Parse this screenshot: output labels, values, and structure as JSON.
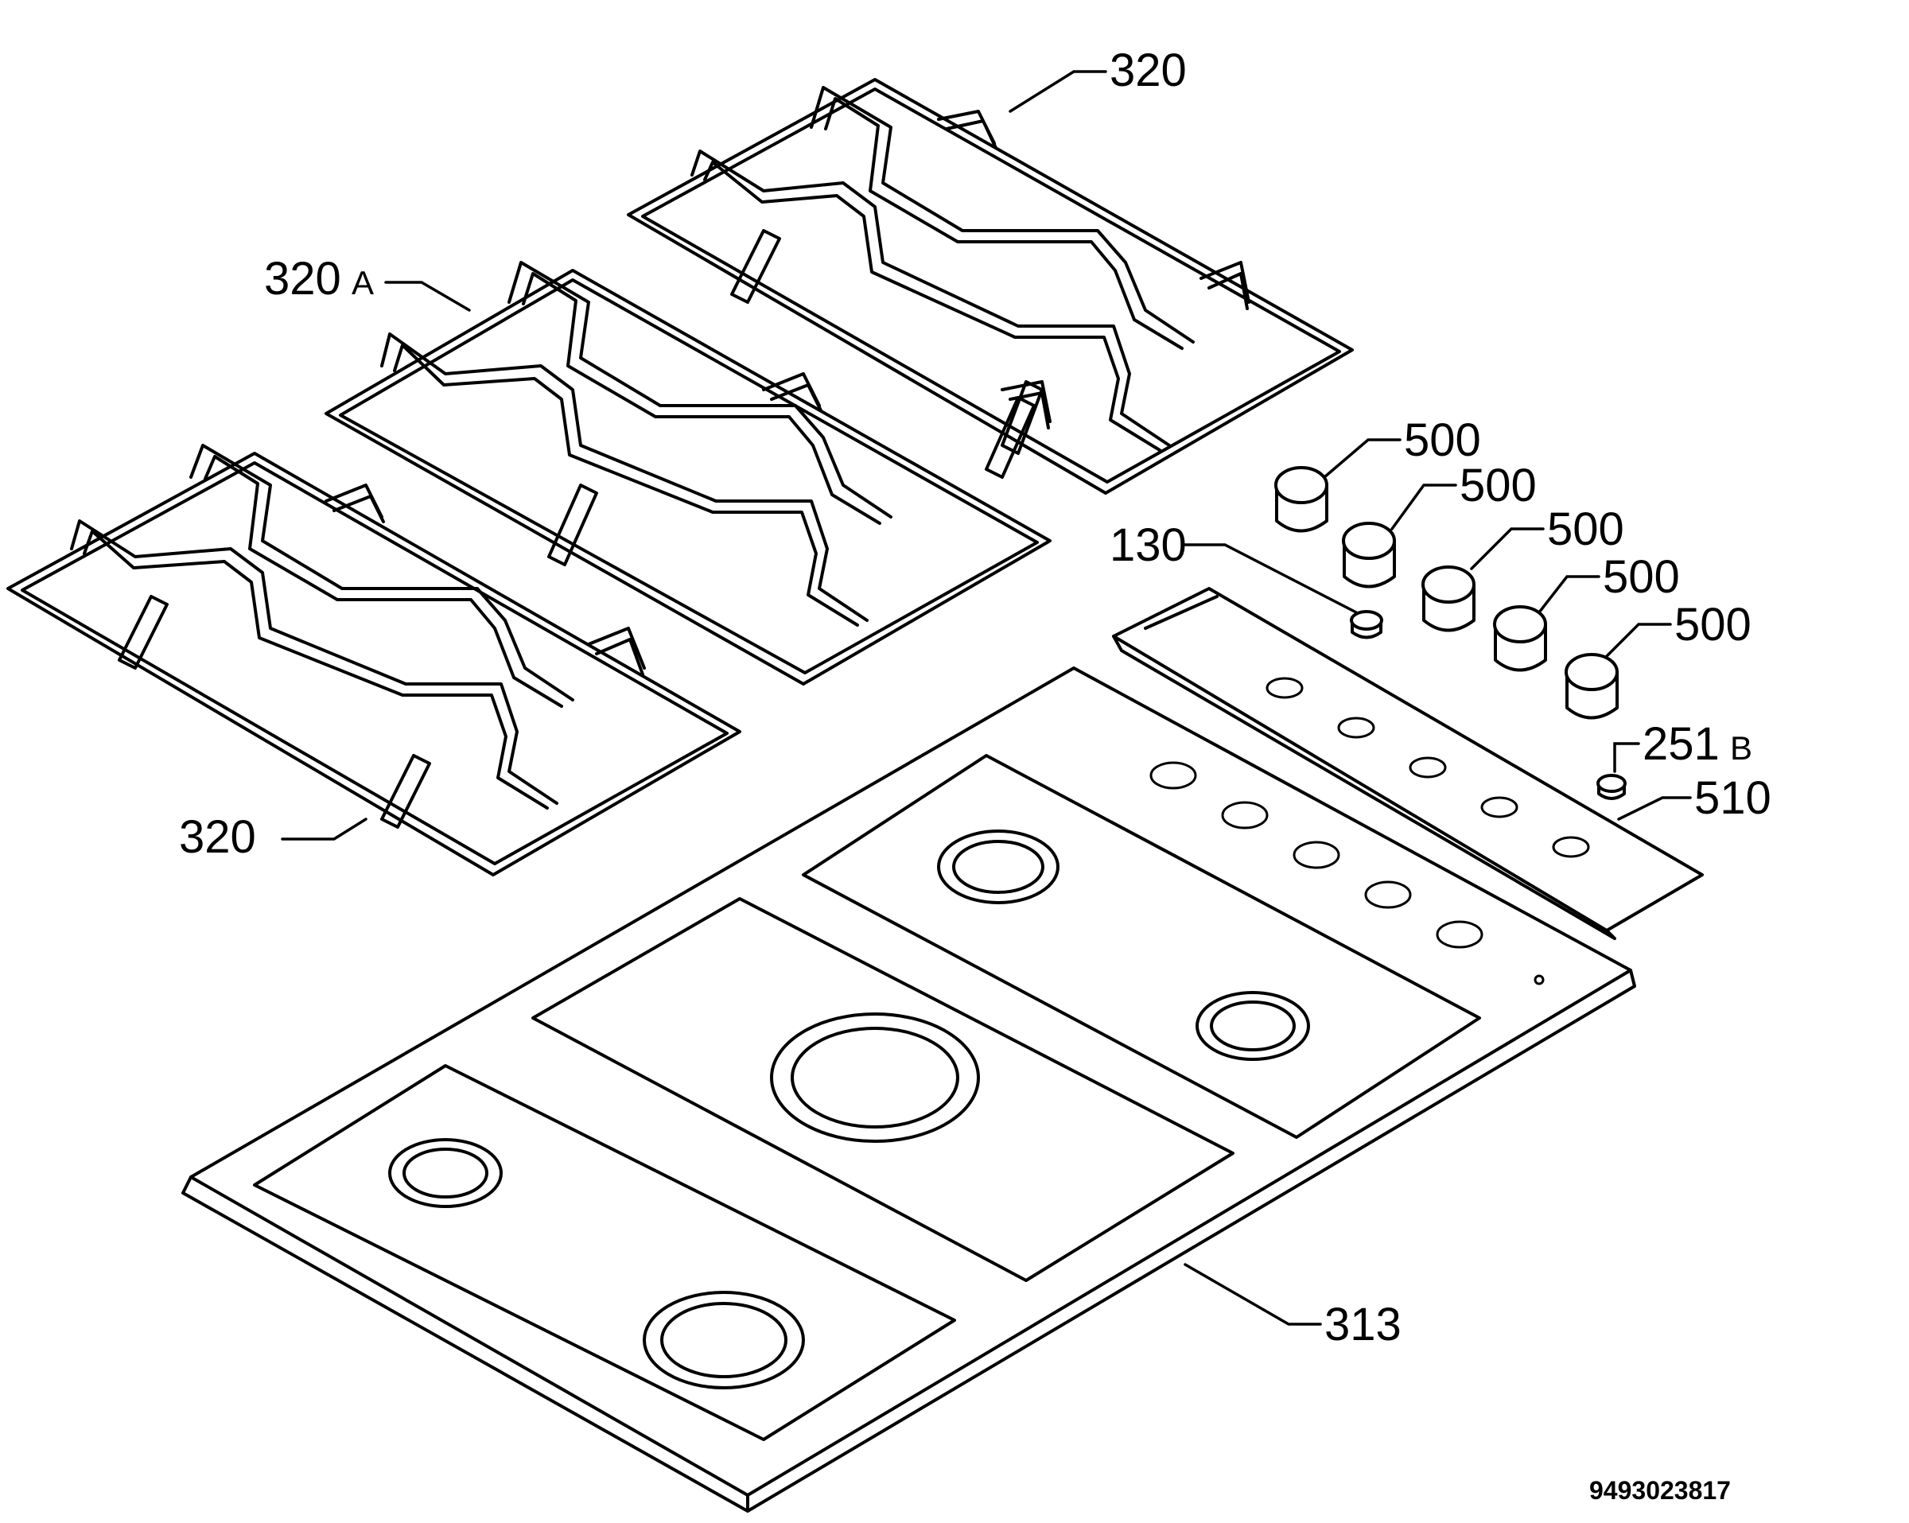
{
  "labels": {
    "grid_top": {
      "num": "320"
    },
    "grid_middle": {
      "num": "320",
      "suffix": "A"
    },
    "grid_left": {
      "num": "320"
    },
    "knobs": [
      "500",
      "500",
      "500",
      "500",
      "500"
    ],
    "ignition_button": {
      "num": "130"
    },
    "small_knob": {
      "num": "251",
      "suffix": "B"
    },
    "control_panel": {
      "num": "510"
    },
    "hob_top": {
      "num": "313"
    }
  },
  "drawing_code": "9493023817"
}
